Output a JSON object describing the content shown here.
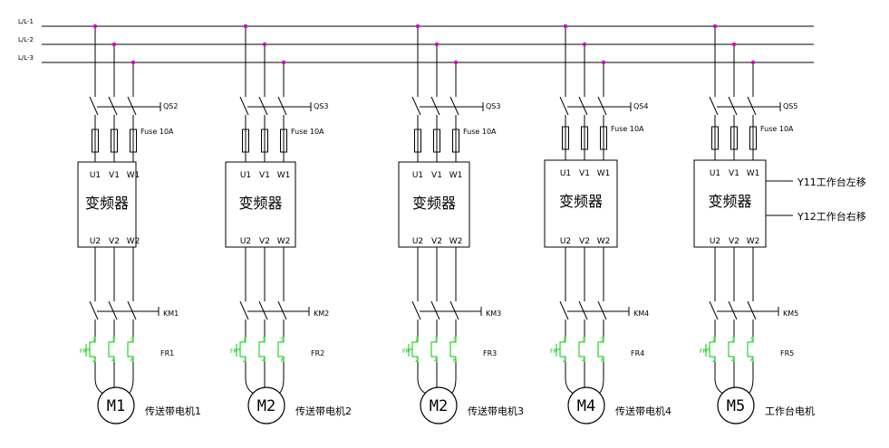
{
  "rails": [
    "L/L-1",
    "L/L-2",
    "L/L-3"
  ],
  "breaker_tag": "Fuse 10A",
  "inverter_label": "变频器",
  "input_terminals": [
    "U1",
    "V1",
    "W1"
  ],
  "output_terminals": [
    "U2",
    "V2",
    "W2"
  ],
  "overload_contact_label": "FR",
  "overload_pins": [
    "1",
    "2",
    "3",
    "4",
    "5",
    "6"
  ],
  "colors": {
    "line": "#000000",
    "node": "#cc00cc",
    "overload": "#00cc00"
  },
  "branches": [
    {
      "qs": "QS2",
      "km": "KM1",
      "fr": "FR1",
      "motor": "M1",
      "caption": "传送带电机1"
    },
    {
      "qs": "QS3",
      "km": "KM2",
      "fr": "FR2",
      "motor": "M2",
      "caption": "传送带电机2"
    },
    {
      "qs": "QS3",
      "km": "KM3",
      "fr": "FR3",
      "motor": "M2",
      "caption": "传送带电机3"
    },
    {
      "qs": "QS4",
      "km": "KM4",
      "fr": "FR4",
      "motor": "M4",
      "caption": "传送带电机4"
    },
    {
      "qs": "QS5",
      "km": "KM5",
      "fr": "FR5",
      "motor": "M5",
      "caption": "工作台电机"
    }
  ],
  "signals": [
    "Y11工作台左移",
    "Y12工作台右移"
  ]
}
